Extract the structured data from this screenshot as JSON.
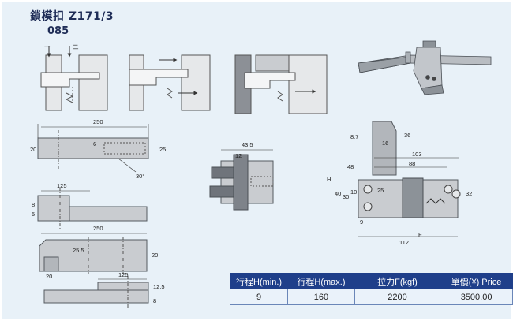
{
  "header": {
    "title": "鎖模扣 Z171/3",
    "code": "085"
  },
  "steps": {
    "step1": "一",
    "step2": "二"
  },
  "dims": {
    "d250_top": "250",
    "d20_left": "20",
    "d25_right": "25",
    "d6": "6",
    "d30deg": "30°",
    "d125_a": "125",
    "d8a": "8",
    "d5": "5",
    "d250_mid": "250",
    "d25_5": "25.5",
    "d20_mid": "20",
    "d20_right": "20",
    "d125_b": "125",
    "d12_5": "12.5",
    "d8b": "8",
    "d43_5": "43.5",
    "d12": "12",
    "d8_7": "8.7",
    "d16": "16",
    "d36": "36",
    "d103": "103",
    "d88": "88",
    "d48": "48",
    "dH": "H",
    "d40": "40",
    "d30": "30",
    "d10": "10",
    "d25_c": "25",
    "d32": "32",
    "d9": "9",
    "d112": "112",
    "dF": "F"
  },
  "spec_table": {
    "headers": [
      "行程H(min.)",
      "行程H(max.)",
      "拉力F(kgf)",
      "單價(¥) Price"
    ],
    "rows": [
      [
        "9",
        "160",
        "2200",
        "3500.00"
      ]
    ]
  },
  "colors": {
    "background": "#e8f1f8",
    "part_fill": "#c9ccd0",
    "part_stroke": "#555a60",
    "table_header": "#1f3f8a",
    "title_text": "#1f2d57"
  }
}
